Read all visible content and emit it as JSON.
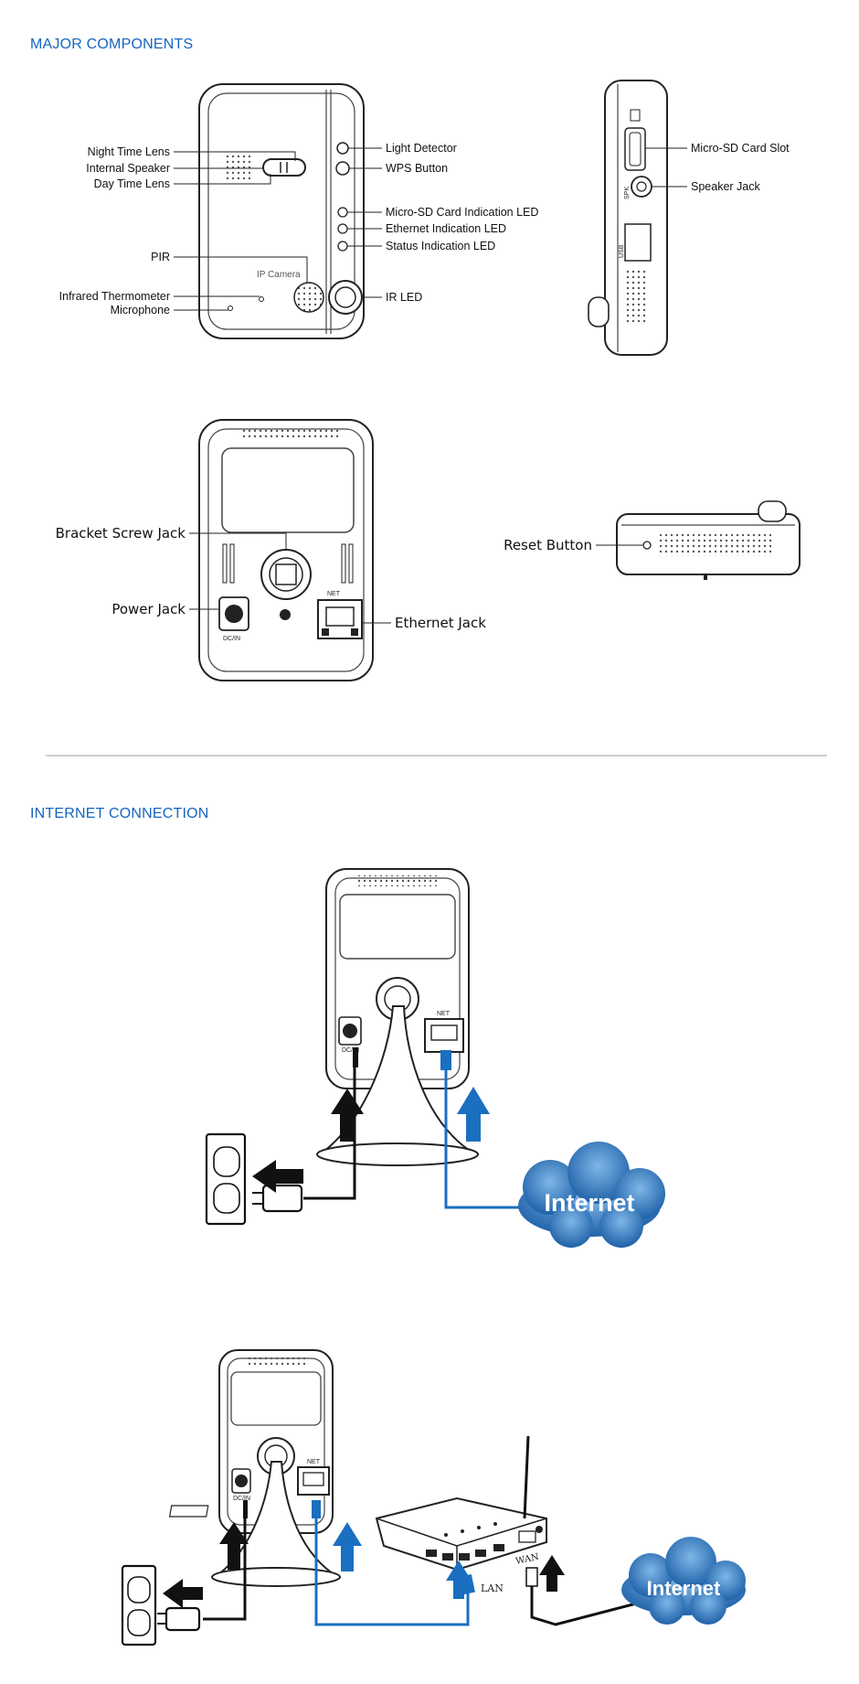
{
  "sections": {
    "major_components": "MAJOR COMPONENTS",
    "internet_connection": "INTERNET CONNECTION"
  },
  "front_view": {
    "left_labels": [
      "Night Time Lens",
      "Internal Speaker",
      "Day Time Lens",
      "PIR",
      "Infrared Thermometer",
      "Microphone"
    ],
    "right_labels": [
      "Light Detector",
      "WPS Button",
      "Micro-SD Card Indication LED",
      "Ethernet Indication LED",
      "Status Indication LED",
      "IR LED"
    ],
    "brand": "IP Camera"
  },
  "side_view": {
    "labels": [
      "Micro-SD  Card Slot",
      "Speaker  Jack"
    ],
    "usb": "USB",
    "spk": "SPK"
  },
  "back_view": {
    "labels": [
      "Bracket Screw Jack",
      "Power Jack",
      "Ethernet Jack"
    ],
    "net": "NET",
    "dcin": "DC/IN"
  },
  "bottom_view": {
    "label": "Reset Button"
  },
  "connection": {
    "cloud1": "Internet",
    "cloud2": "Internet",
    "lan": "LAN",
    "wan": "WAN",
    "net": "NET",
    "dcin": "DC/IN"
  },
  "colors": {
    "accent": "#1565c0",
    "cable_blue": "#1a6fc0",
    "cloud": "#3a7fc4"
  }
}
